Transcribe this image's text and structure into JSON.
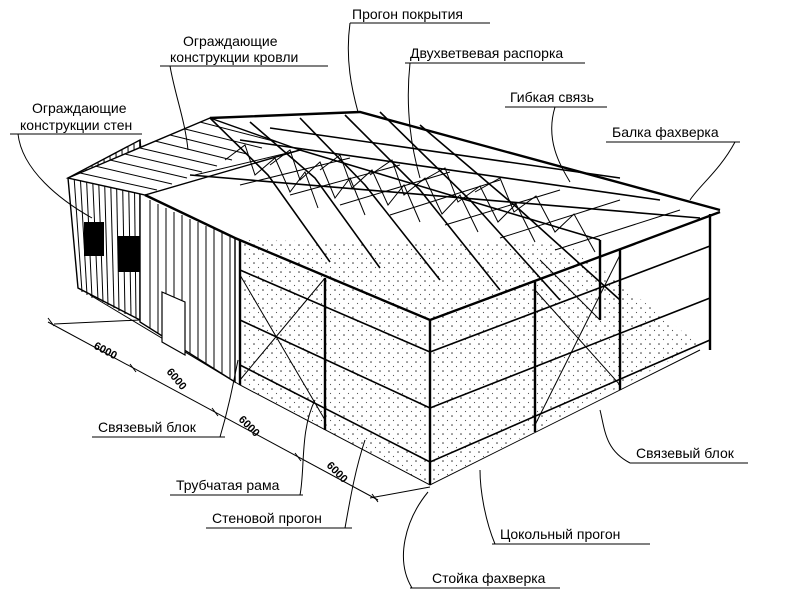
{
  "labels": {
    "roof_purlin": "Прогон покрытия",
    "roof_enclosure": "Ограждающие\nконструкции кровли",
    "double_strut": "Двухветвевая распорка",
    "flexible_tie": "Гибкая связь",
    "wall_enclosure": "Ограждающие\nконструкции стен",
    "half_timber_beam": "Балка фахверка",
    "bracing_block_left": "Связевый блок",
    "bracing_block_right": "Связевый блок",
    "tubular_frame": "Трубчатая рама",
    "wall_purlin": "Стеновой прогон",
    "base_purlin": "Цокольный прогон",
    "half_timber_post": "Стойка фахверка"
  },
  "dimensions": [
    "6000",
    "6000",
    "6000",
    "6000"
  ]
}
